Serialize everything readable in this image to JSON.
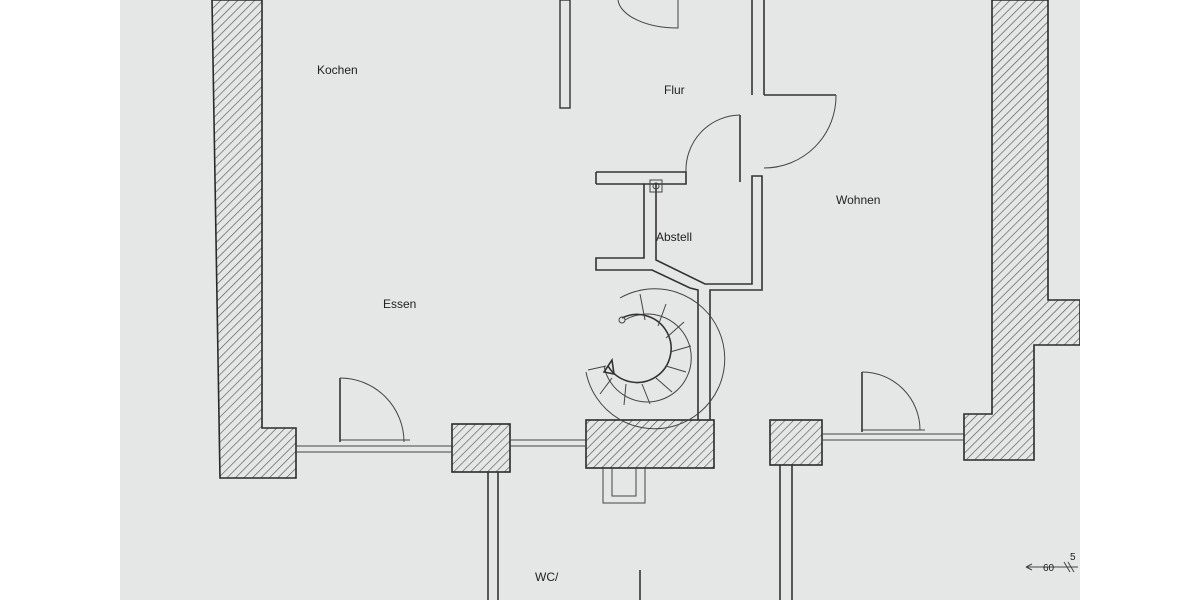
{
  "plan": {
    "rooms": {
      "kochen": "Kochen",
      "flur": "Flur",
      "wohnen": "Wohnen",
      "abstell": "Abstell",
      "essen": "Essen",
      "wc": "WC/"
    },
    "dimensions": {
      "bottom_right_a": "60",
      "bottom_right_b": "5"
    },
    "colors": {
      "paper": "#e4e7e6",
      "ink": "#2a2a2a"
    }
  }
}
